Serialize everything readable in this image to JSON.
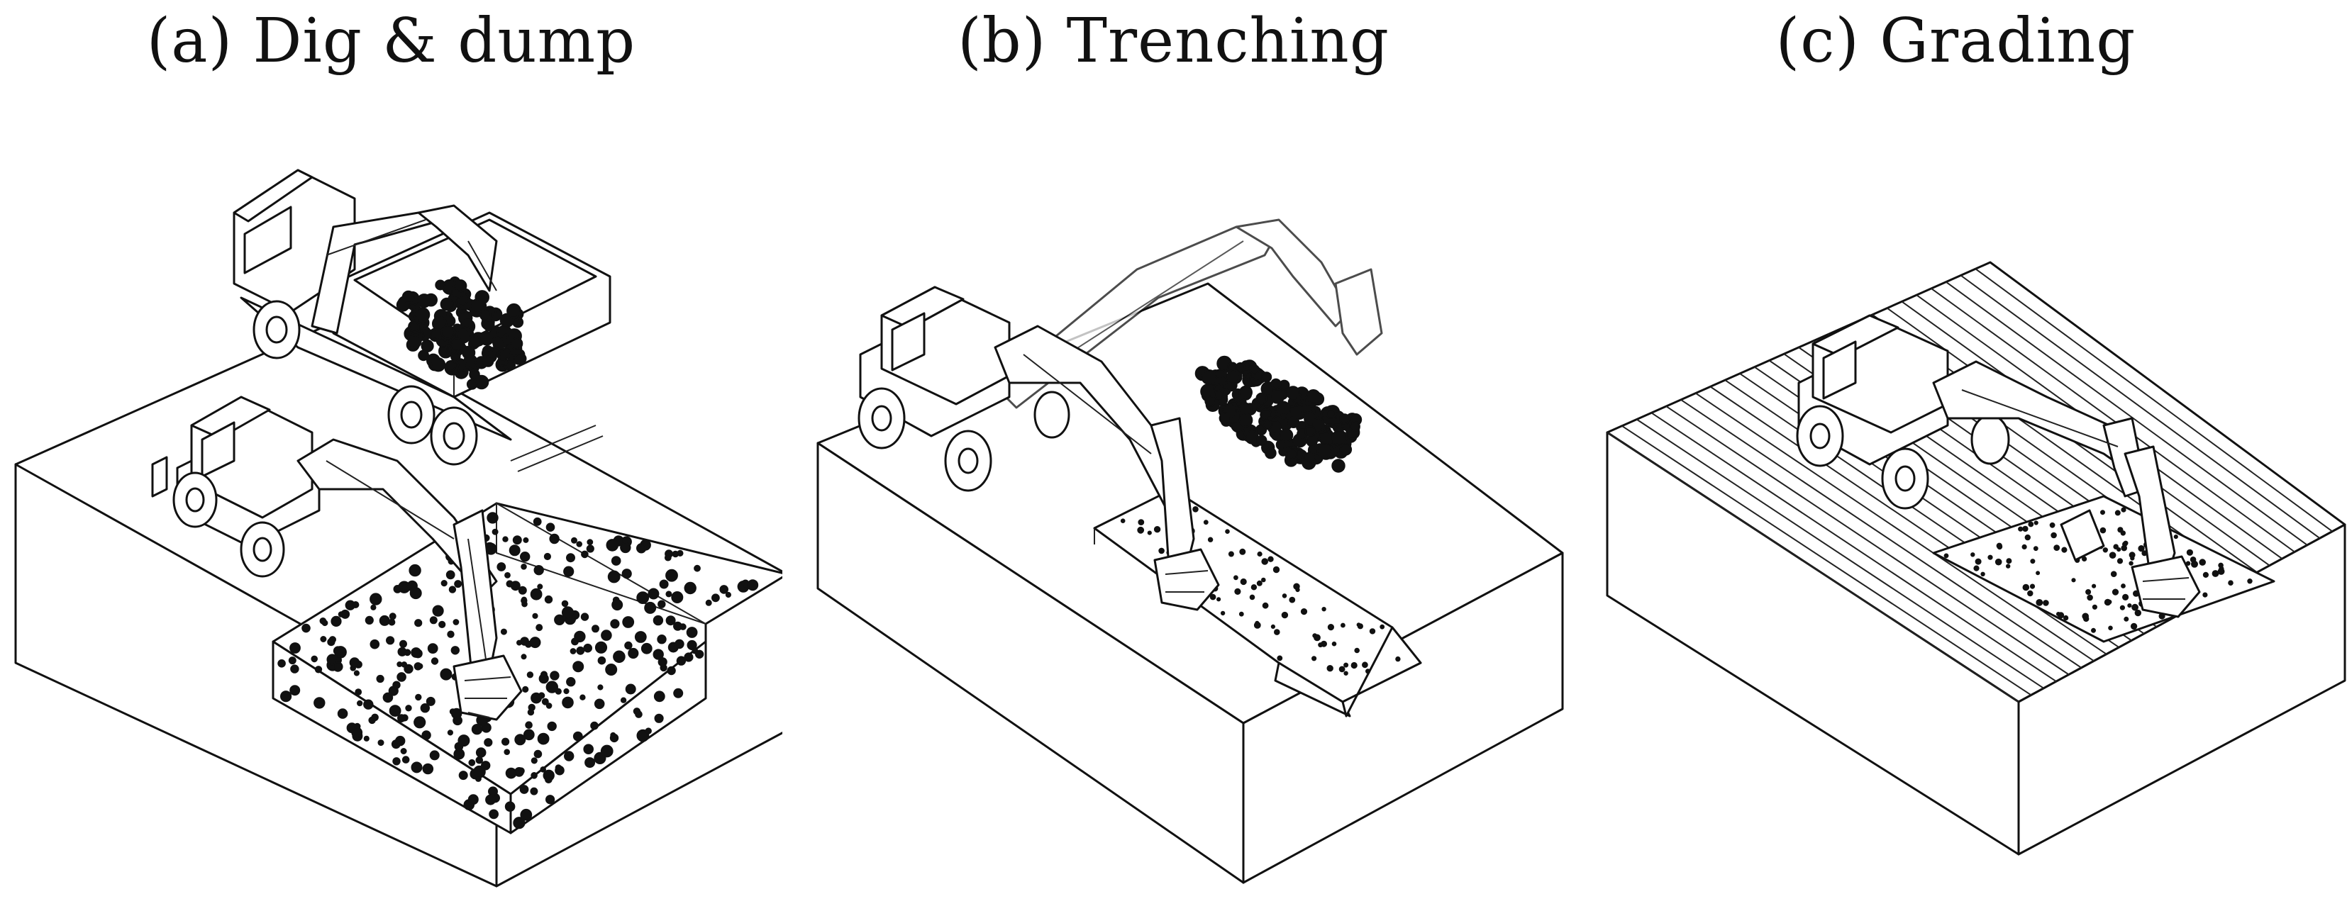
{
  "figure": {
    "panels": [
      {
        "caption": "(a) Dig & dump"
      },
      {
        "caption": "(b) Trenching"
      },
      {
        "caption": "(c) Grading"
      }
    ]
  }
}
